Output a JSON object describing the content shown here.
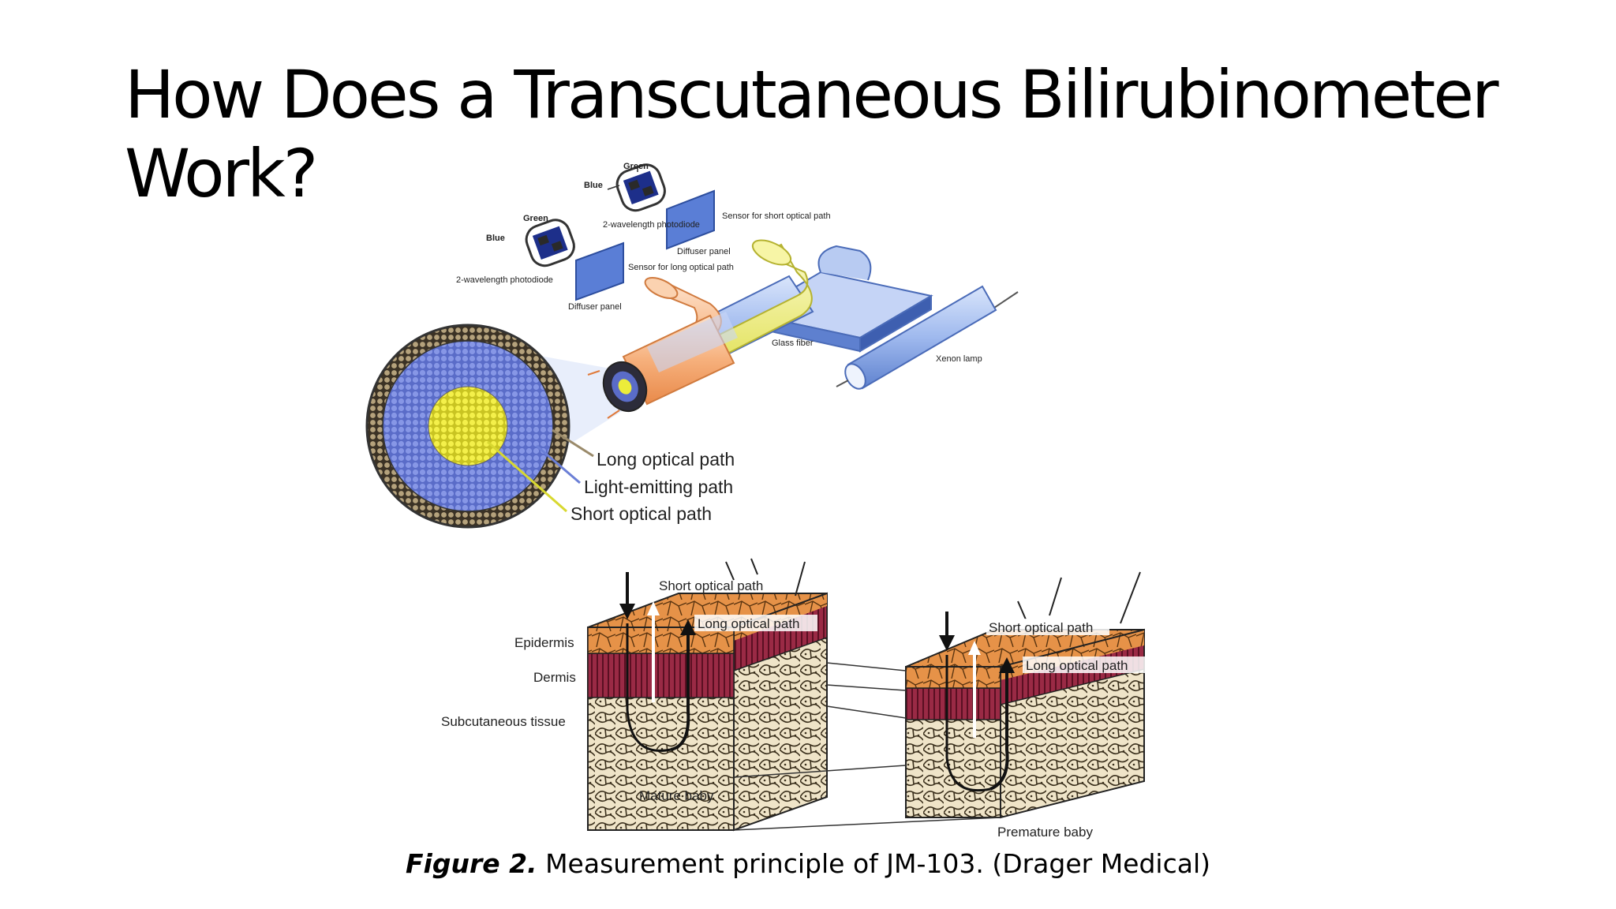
{
  "title": "How Does a Transcutaneous Bilirubinometer Work?",
  "device_labels": {
    "green_top": "Green",
    "blue_top": "Blue",
    "photodiode_top": "2-wavelength photodiode",
    "sensor_short": "Sensor for short optical path",
    "diffuser_top": "Diffuser panel",
    "green_left": "Green",
    "blue_left": "Blue",
    "photodiode_left": "2-wavelength photodiode",
    "sensor_long": "Sensor for long optical path",
    "diffuser_left": "Diffuser panel",
    "glass_fiber": "Glass fiber",
    "xenon_lamp": "Xenon lamp"
  },
  "fiber_legend": {
    "long": "Long optical path",
    "emitting": "Light-emitting path",
    "short": "Short optical path"
  },
  "skin_labels": {
    "epidermis": "Epidermis",
    "dermis": "Dermis",
    "subcutaneous": "Subcutaneous tissue",
    "short_1": "Short optical path",
    "long_1": "Long optical path",
    "short_2": "Short optical path",
    "long_2": "Long optical path",
    "mature": "Mature baby",
    "premature": "Premature baby"
  },
  "caption": {
    "lead": "Figure 2.",
    "text": " Measurement principle of JM-103. (Drager Medical)"
  },
  "colors": {
    "blue_fiber": "#6b7fd6",
    "yellow_core": "#ecec3a",
    "outer_ring": "#9c8a6c",
    "skin_top": "#e08a3c",
    "dermis": "#8a1f3a",
    "fat": "#e9dcc0"
  }
}
